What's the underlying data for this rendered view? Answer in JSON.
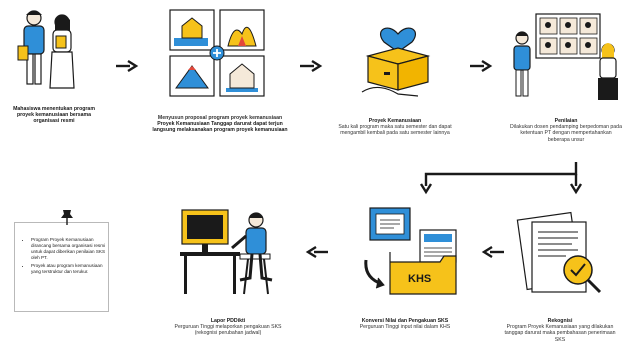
{
  "colors": {
    "blue": "#2f8fd8",
    "yellow": "#f6c21a",
    "dark": "#1a1a1a",
    "cream": "#f5e9d9",
    "red": "#e2473a"
  },
  "steps": [
    {
      "title": "Mahasiswa menentukan program proyek kemanusiaan bersama organisasi resmi"
    },
    {
      "title": "Menyusun proposal program proyek kemanusiaan",
      "subtitle": "Proyek Kemanusiaan Tanggap darurat dapat terjun langsung melaksanakan program proyek kemanusiaan"
    },
    {
      "title": "Proyek Kemanusiaan",
      "subtitle": "Satu kali program maka satu semester dan dapat mengambil kembali pada satu semester lainnya"
    },
    {
      "title": "Penilaian",
      "subtitle": "Dilakukan dosen pendamping berpedoman pada ketentuan PT dengan mempertahankan beberapa unsur"
    },
    {
      "title": "Rekognisi",
      "subtitle": "Program Proyek Kemanusiaan yang dilakukan tanggap darurat maka pembahasan penerimaan SKS"
    },
    {
      "title": "Konversi Nilai dan Pengakuan SKS",
      "subtitle": "Perguruan Tinggi input nilai dalam KHS"
    },
    {
      "title": "Lapor PDDikti",
      "subtitle": "Perguruan Tinggi melaporkan pengakuan SKS (rekognisi perubahan jadwal)"
    }
  ],
  "khs_label": "KHS",
  "note": {
    "items": [
      "Program Proyek Kemanusiaan dirancang bersama organisasi resmi untuk dapat diberikan penilaian SKS oleh PT.",
      "Proyek atau program kemanusiaan yang terstruktur dan terukur."
    ]
  }
}
